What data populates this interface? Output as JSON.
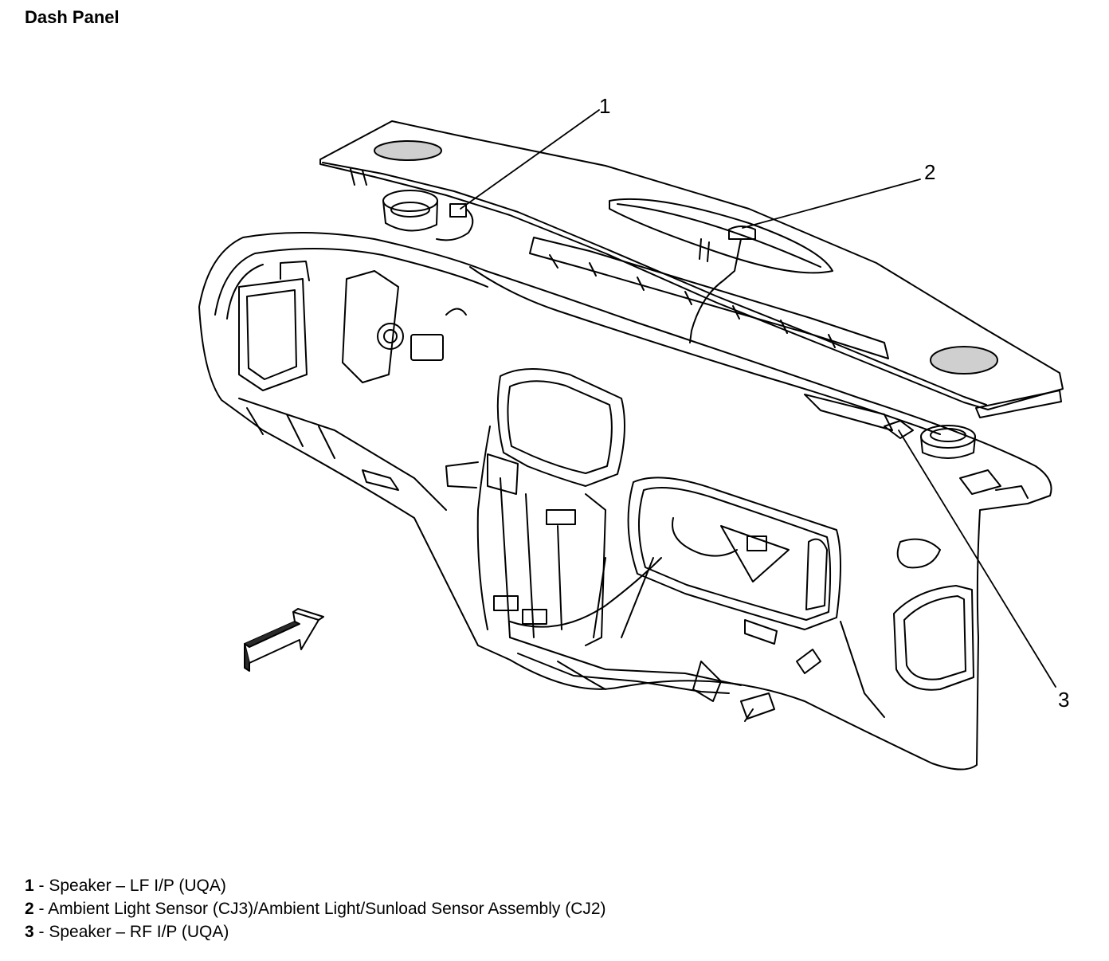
{
  "title": "Dash Panel",
  "callouts": [
    {
      "number": "1",
      "target": "Speaker – LF I/P"
    },
    {
      "number": "2",
      "target": "Ambient Light Sensor"
    },
    {
      "number": "3",
      "target": "Speaker – RF I/P"
    }
  ],
  "legend": [
    {
      "number": "1",
      "sep": " - ",
      "text": "Speaker – LF I/P (UQA)"
    },
    {
      "number": "2",
      "sep": " - ",
      "text": "Ambient Light Sensor (CJ3)/Ambient Light/Sunload Sensor Assembly (CJ2)"
    },
    {
      "number": "3",
      "sep": " - ",
      "text": "Speaker – RF I/P (UQA)"
    }
  ]
}
